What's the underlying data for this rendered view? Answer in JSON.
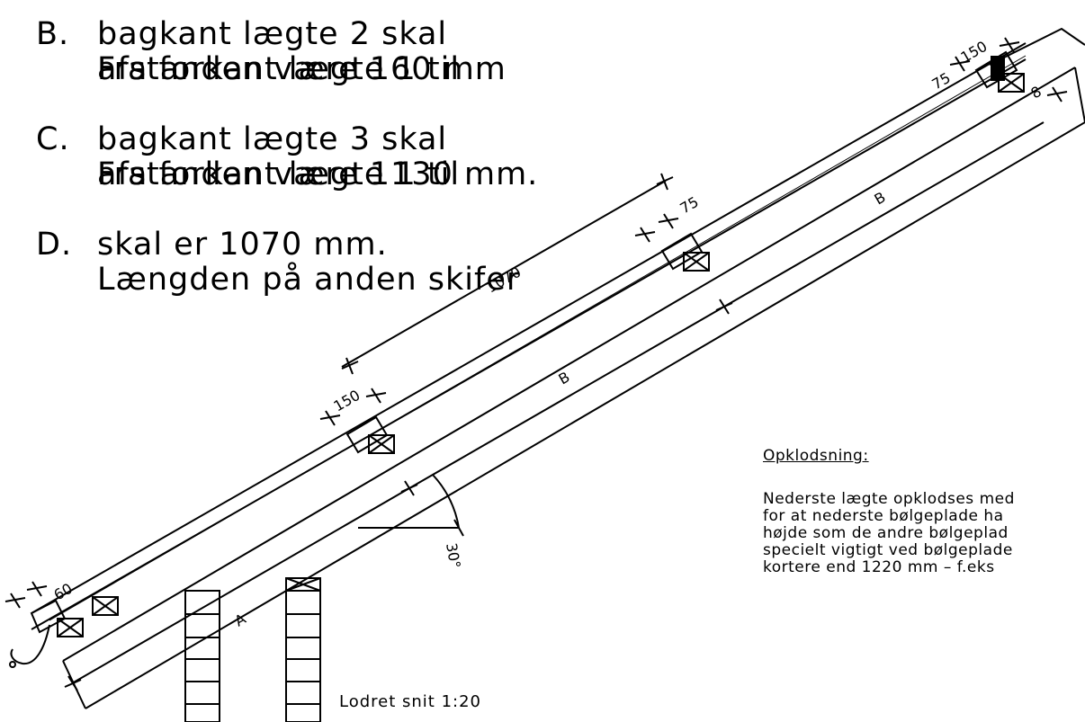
{
  "notes": [
    {
      "letter": "B.",
      "lines": [
        "Fra forkant lægte 1 til",
        "bagkant lægte 2 skal",
        "afstanden være 160 mm"
      ]
    },
    {
      "letter": "C.",
      "lines": [
        "Fra forkant lægte 1 til",
        "bagkant lægte 3 skal",
        "afstanden være 1130 mm."
      ]
    },
    {
      "letter": "D.",
      "lines": [
        "Længden på anden skifer",
        "skal er 1070 mm."
      ]
    }
  ],
  "dimensions": {
    "d1070": "1070",
    "d150_top": "150",
    "d150_mid": "150",
    "d75_top": "75",
    "d75_mid": "75",
    "d60": "60",
    "d8": "8",
    "angle": "30°"
  },
  "labels": {
    "A": "A",
    "B_mid": "B",
    "B_top": "B"
  },
  "opklodsning": {
    "title": "Opklodsning:",
    "lines": [
      "Nederste lægte opklodses med",
      "for at nederste bølgeplade ha",
      "højde som de andre bølgeplad",
      "specielt vigtigt ved bølgeplade",
      "kortere end 1220 mm – f.eks"
    ]
  },
  "caption": "Lodret snit 1:20"
}
